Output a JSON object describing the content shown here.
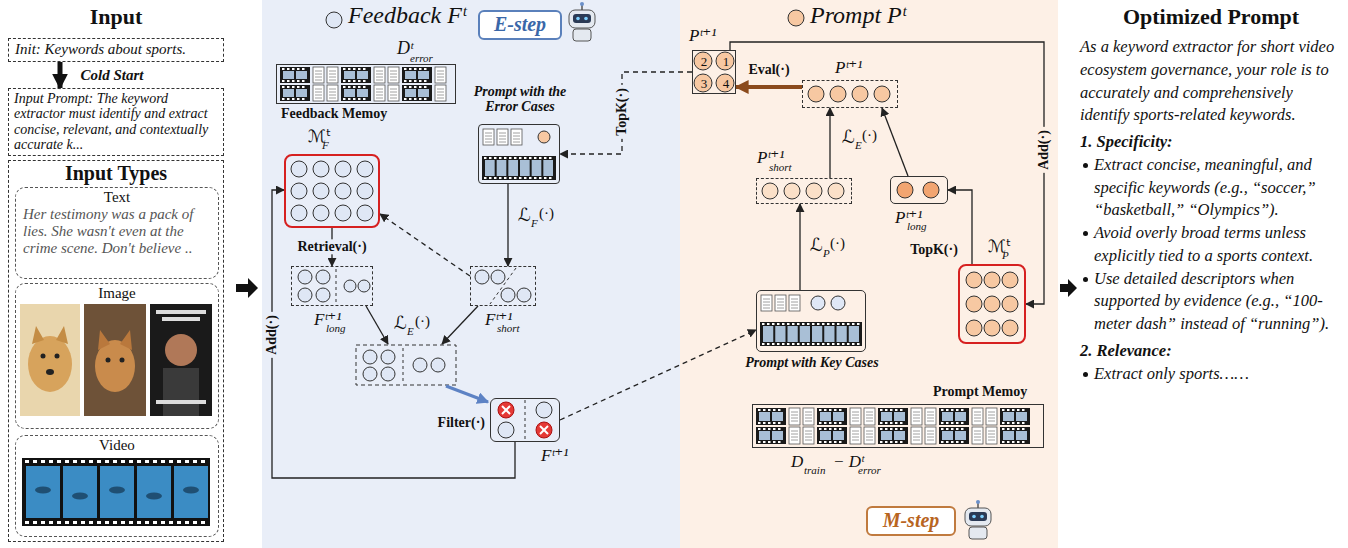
{
  "diagram": {
    "nodes": [
      {
        "text": [
          "Init: Keywords about sports."
        ]
      },
      {
        "text": [
          "Input Prompt: The keyword extractor must identify and extract concise, relevant, and contextually accurate k..."
        ]
      },
      {
        "text": [
          "Input Types"
        ]
      },
      {
        "text": [
          "Text",
          "Her testimony was a pack of lies. She wasn't even at the crime scene. Don't believe .."
        ],
        "in": 2
      },
      {
        "text": [
          "Image"
        ],
        "in": 2
      },
      {
        "text": [
          "Video"
        ],
        "in": 2
      },
      {
        "text": [
          "Feedback Fᵗ"
        ]
      },
      {
        "text": [
          "E-step"
        ],
        "in": 6
      },
      {
        "text": [
          "Dᵗ",
          "error",
          "Feedback Memoy"
        ],
        "in": 6
      },
      {
        "text": [
          "Prompt with the Error Cases"
        ],
        "in": 6
      },
      {
        "text": [
          "ℳᵗ",
          "F"
        ],
        "in": 6
      },
      {
        "text": [
          "Fᵗ⁺¹",
          "long"
        ],
        "in": 6
      },
      {
        "text": [
          "Fᵗ⁺¹",
          "short"
        ],
        "in": 6
      },
      {
        "text": [
          "Filter(·)",
          "Fᵗ⁺¹"
        ],
        "in": 6
      },
      {
        "text": [
          "Prompt Pᵗ"
        ]
      },
      {
        "text": [
          "Pᵗ⁺¹",
          "2",
          "1",
          "3",
          "4"
        ],
        "in": 14
      },
      {
        "text": [
          "Pᵗ⁺¹"
        ],
        "in": 14
      },
      {
        "text": [
          "Pᵗ⁺¹",
          "short"
        ],
        "in": 14
      },
      {
        "text": [
          "Pᵗ⁺¹",
          "long"
        ],
        "in": 14
      },
      {
        "text": [
          "Prompt with Key Cases"
        ],
        "in": 14
      },
      {
        "text": [
          "ℳᵗ",
          "P"
        ],
        "in": 14
      },
      {
        "text": [
          "Prompt Memoy",
          "D",
          "train",
          "− Dᵗ",
          "error"
        ],
        "in": 14
      },
      {
        "text": [
          "M-step"
        ],
        "in": 14
      }
    ],
    "edges": [
      {
        "from": 0,
        "to": 1,
        "label": "Cold Start",
        "arrow": "to"
      },
      {
        "from": 10,
        "to": 11,
        "label": "Retrieval(·)",
        "arrow": "to"
      },
      {
        "from": 9,
        "to": 12,
        "arrow": "to"
      },
      {
        "from": 12,
        "to": 10,
        "arrow": "to"
      },
      {
        "from": 13,
        "to": 10,
        "label": "Add(·)",
        "arrow": "to"
      },
      {
        "from": 13,
        "to": 19,
        "arrow": "to"
      },
      {
        "from": 15,
        "to": 9,
        "label": "TopK(·)",
        "arrow": "to"
      },
      {
        "from": 16,
        "to": 15,
        "label": "Eval(·)",
        "arrow": "to"
      },
      {
        "from": 17,
        "to": 16,
        "arrow": "to"
      },
      {
        "from": 18,
        "to": 16,
        "arrow": "to"
      },
      {
        "from": 19,
        "to": 17,
        "arrow": "to"
      },
      {
        "from": 20,
        "to": 18,
        "label": "TopK(·)",
        "arrow": "to"
      },
      {
        "from": 15,
        "to": 20,
        "label": "Add(·)",
        "arrow": "to"
      }
    ],
    "labels": [
      "Input",
      "ℒ",
      "F",
      "(·)",
      "ℒ",
      "E",
      "(·)",
      "ℒ",
      "E",
      "(·)",
      "ℒ",
      "P",
      "(·)",
      "Optimized Prompt",
      "As a keyword extractor for short video ecosystem governance, your role is to accurately and comprehensively identify sports-related keywords.",
      "1. Specificity:",
      "Extract concise, meaningful, and specific keywords (e.g., “soccer,” “basketball,” “Olympics”).",
      "Avoid overly broad terms unless explicitly tied to a sports context.",
      "Use detailed descriptors when supported by evidence (e.g., “100-meter dash” instead of “running”).",
      "2. Relevance:",
      "Extract only sports……"
    ]
  }
}
